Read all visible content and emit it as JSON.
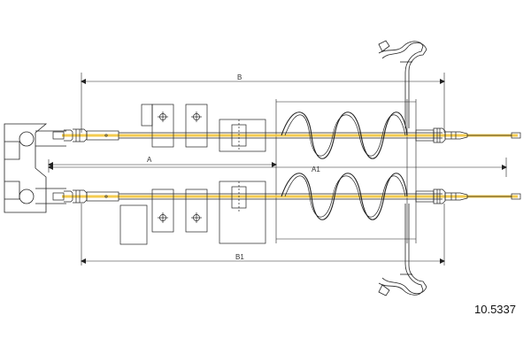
{
  "dimensions": {
    "b": "B",
    "a": "A",
    "a1": "A1",
    "b1": "B1"
  },
  "part_number": "10.5337",
  "colors": {
    "line": "#222222",
    "cable_highlight": "#f2c230",
    "background": "#ffffff"
  }
}
